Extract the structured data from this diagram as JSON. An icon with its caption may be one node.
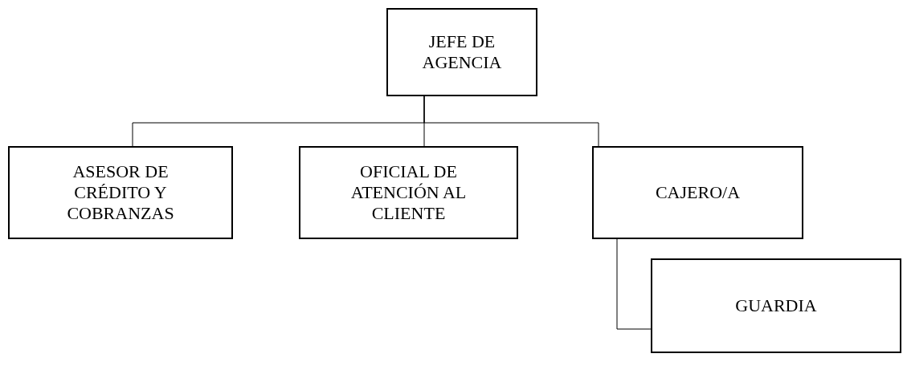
{
  "diagram": {
    "nodes": [
      {
        "text": [
          "JEFE DE AGENCIA"
        ]
      },
      {
        "text": [
          "ASESOR DE CRÉDITO Y COBRANZAS"
        ]
      },
      {
        "text": [
          "OFICIAL DE ATENCIÓN AL CLIENTE"
        ]
      },
      {
        "text": [
          "CAJERO/A"
        ]
      },
      {
        "text": [
          "GUARDIA"
        ]
      }
    ],
    "edges": [
      {
        "from": 0,
        "to": 1,
        "arrow": "none"
      },
      {
        "from": 0,
        "to": 2,
        "arrow": "none"
      },
      {
        "from": 0,
        "to": 3,
        "arrow": "none"
      },
      {
        "from": 3,
        "to": 4,
        "arrow": "none"
      }
    ]
  }
}
